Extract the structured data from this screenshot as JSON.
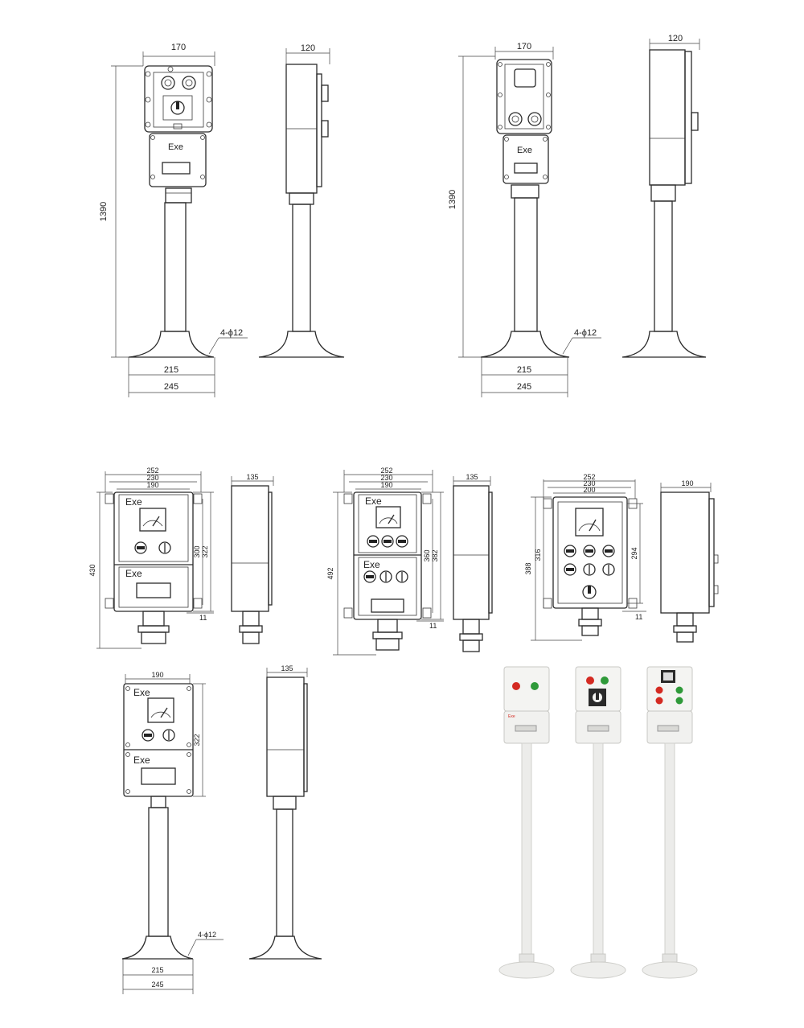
{
  "drawing_1": {
    "width": "170",
    "depth": "120",
    "height": "1390",
    "base_inner": "215",
    "base_outer": "245",
    "holes": "4-ϕ12",
    "marking": "Exe"
  },
  "drawing_2": {
    "width": "170",
    "depth": "120",
    "height": "1390",
    "base_inner": "215",
    "base_outer": "245",
    "holes": "4-ϕ12",
    "marking": "Exe"
  },
  "drawing_3": {
    "w_outer": "252",
    "w_mid": "230",
    "w_inner": "190",
    "depth": "135",
    "h_total": "430",
    "h_mount": "300",
    "h_body": "322",
    "flange": "11",
    "marking_top": "Exe",
    "marking_bottom": "Exe"
  },
  "drawing_4": {
    "w_outer": "252",
    "w_mid": "230",
    "w_inner": "190",
    "depth": "135",
    "h_total": "492",
    "h_mount": "360",
    "h_body": "382",
    "flange": "11",
    "marking_top": "Exe",
    "marking_bottom": "Exe"
  },
  "drawing_5": {
    "w_outer": "252",
    "w_mid": "230",
    "w_inner": "200",
    "depth": "190",
    "h_total": "388",
    "h_body": "316",
    "h_mount": "294",
    "flange": "11"
  },
  "drawing_6": {
    "width": "190",
    "depth": "135",
    "h_body": "322",
    "base_inner": "215",
    "base_outer": "245",
    "holes": "4-ϕ12",
    "marking_top": "Exe",
    "marking_bottom": "Exe"
  },
  "photo": {
    "marking": "Exe",
    "colors": {
      "red": "#d42a22",
      "green": "#2f9a3a",
      "white_body": "#f4f4f2",
      "pole": "#ececea"
    }
  }
}
